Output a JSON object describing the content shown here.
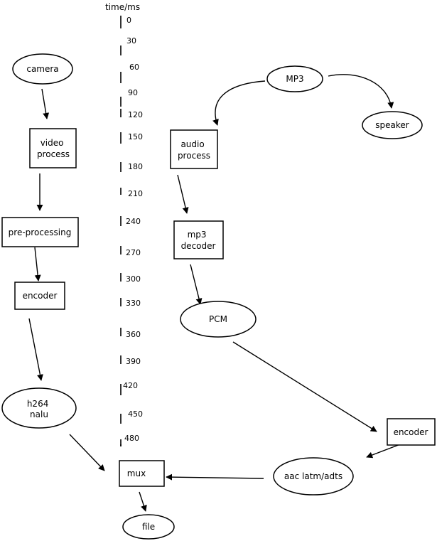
{
  "timeline": {
    "label": "time/ms",
    "ticks": [
      "0",
      "30",
      "60",
      "90",
      "120",
      "150",
      "180",
      "210",
      "240",
      "270",
      "300",
      "330",
      "360",
      "390",
      "420",
      "450",
      "480"
    ]
  },
  "nodes": {
    "camera": "camera",
    "video_process": [
      "video",
      "process"
    ],
    "pre_processing": "pre-processing",
    "video_encoder": "encoder",
    "h264_nalu": [
      "h264",
      "nalu"
    ],
    "mux": "mux",
    "file": "file",
    "mp3": "MP3",
    "speaker": "speaker",
    "audio_process": [
      "audio",
      "process"
    ],
    "mp3_decoder": [
      "mp3",
      "decoder"
    ],
    "pcm": "PCM",
    "audio_encoder": "encoder",
    "aac": "aac latm/adts"
  },
  "colors": {
    "stroke": "#000000",
    "background": "#ffffff"
  }
}
